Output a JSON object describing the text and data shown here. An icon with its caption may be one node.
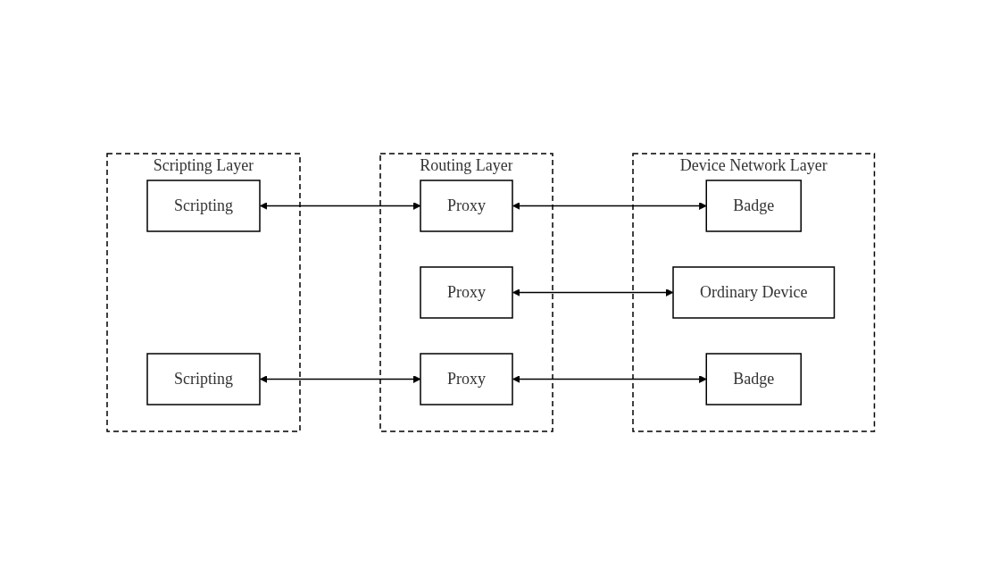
{
  "diagram": {
    "nodes": [
      {
        "text": [
          "Scripting Layer"
        ]
      },
      {
        "text": [
          "Scripting"
        ],
        "in": 0
      },
      {
        "text": [
          "Scripting"
        ],
        "in": 0
      },
      {
        "text": [
          "Routing Layer"
        ]
      },
      {
        "text": [
          "Proxy"
        ],
        "in": 3
      },
      {
        "text": [
          "Proxy"
        ],
        "in": 3
      },
      {
        "text": [
          "Proxy"
        ],
        "in": 3
      },
      {
        "text": [
          "Device Network Layer"
        ]
      },
      {
        "text": [
          "Badge"
        ],
        "in": 7
      },
      {
        "text": [
          "Ordinary Device"
        ],
        "in": 7
      },
      {
        "text": [
          "Badge"
        ],
        "in": 7
      }
    ],
    "edges": [
      {
        "from": 1,
        "to": 4,
        "arrow": "both"
      },
      {
        "from": 4,
        "to": 8,
        "arrow": "both"
      },
      {
        "from": 5,
        "to": 9,
        "arrow": "both"
      },
      {
        "from": 2,
        "to": 6,
        "arrow": "both"
      },
      {
        "from": 6,
        "to": 10,
        "arrow": "both"
      }
    ]
  }
}
